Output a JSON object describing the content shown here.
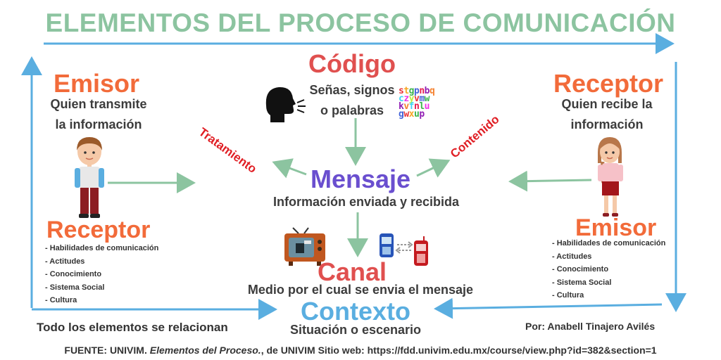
{
  "title": "ELEMENTOS DEL PROCESO DE COMUNICACIÓN",
  "left": {
    "emisor_title": "Emisor",
    "emisor_desc_1": "Quien transmite",
    "emisor_desc_2": "la información",
    "receptor_title": "Receptor",
    "items": [
      "- Habilidades de comunicación",
      "- Actitudes",
      "- Conocimiento",
      "- Sistema Social",
      "- Cultura"
    ]
  },
  "right": {
    "receptor_title": "Receptor",
    "receptor_desc_1": "Quien recibe la",
    "receptor_desc_2": "información",
    "emisor_title": "Emisor",
    "items": [
      "- Habilidades de comunicación",
      "- Actitudes",
      "- Conocimiento",
      "- Sistema Social",
      "- Cultura"
    ]
  },
  "codigo": {
    "title": "Código",
    "desc_1": "Señas, signos",
    "desc_2": "o palabras",
    "letters": "stgpnbq czyvmw kvfnlu gwxup"
  },
  "mensaje": {
    "title": "Mensaje",
    "desc": "Información enviada y recibida"
  },
  "tratamiento": "Tratamiento",
  "contenido": "Contenido",
  "canal": {
    "title": "Canal",
    "desc": "Medio por el cual se envia el mensaje"
  },
  "contexto": {
    "title": "Contexto",
    "desc": "Situación o escenario"
  },
  "relation_note": "Todo los elementos se relacionan",
  "author": "Por: Anabell Tinajero Avilés",
  "footer": {
    "prefix": "FUENTE: UNIVIM. ",
    "italic": "Elementos del Proceso.",
    "suffix": ", de UNIVIM Sitio web: https://fdd.univim.edu.mx/course/view.php?id=382&section=1"
  },
  "colors": {
    "title": "#8cc4a0",
    "emisor": "#f26b3a",
    "codigo": "#e0504f",
    "mensaje": "#6a4fcf",
    "contexto": "#5aaee0",
    "arrow_green": "#8cc4a0",
    "arrow_blue": "#5aaee0",
    "diag_label": "#e01e24"
  },
  "icons": [
    "speaking-head-icon",
    "alphabet-letters-icon",
    "boy-figure-icon",
    "girl-figure-icon",
    "television-icon",
    "mobile-phones-icon"
  ]
}
